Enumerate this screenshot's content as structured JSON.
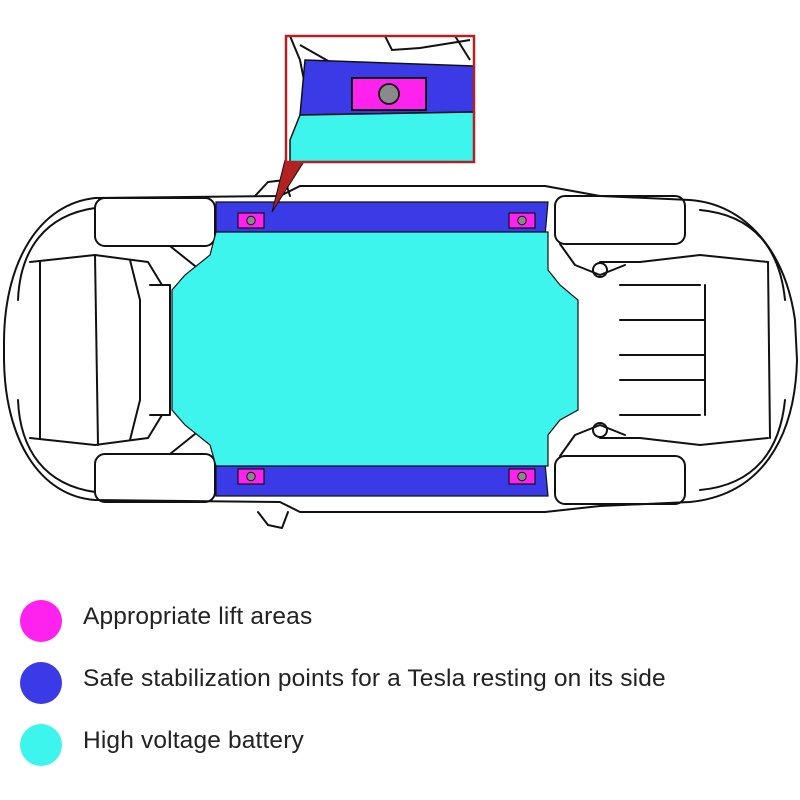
{
  "colors": {
    "lift_area": "#ff22ee",
    "stabilization": "#3a3ae6",
    "battery": "#3ef5ee",
    "outline": "#111111",
    "callout_border": "#b22222",
    "pin": "#8a8a8a"
  },
  "legend": {
    "items": [
      {
        "label": "Appropriate lift areas",
        "color": "#ff22ee"
      },
      {
        "label": "Safe stabilization points for a Tesla resting on its side",
        "color": "#3a3ae6"
      },
      {
        "label": "High voltage battery",
        "color": "#3ef5ee"
      }
    ]
  }
}
